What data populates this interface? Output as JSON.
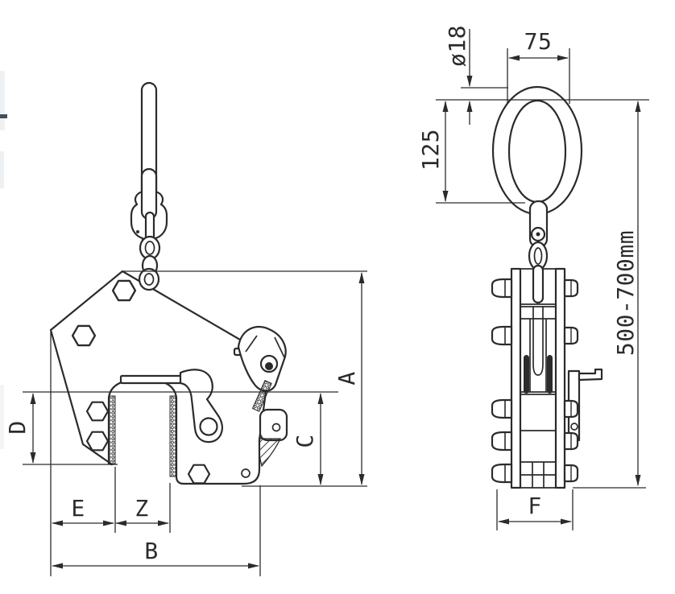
{
  "drawing": {
    "kind": "technical-drawing-two-views",
    "colors": {
      "line": "#2b2b2b",
      "background": "#ffffff"
    },
    "dims": {
      "a": "A",
      "b": "B",
      "c": "C",
      "d": "D",
      "e": "E",
      "z": "Z",
      "f": "F",
      "ring_bar_diameter": "ø18",
      "ring_inner_width": "75",
      "ring_inner_height": "125",
      "overall_height_range": "500-700mm"
    }
  }
}
